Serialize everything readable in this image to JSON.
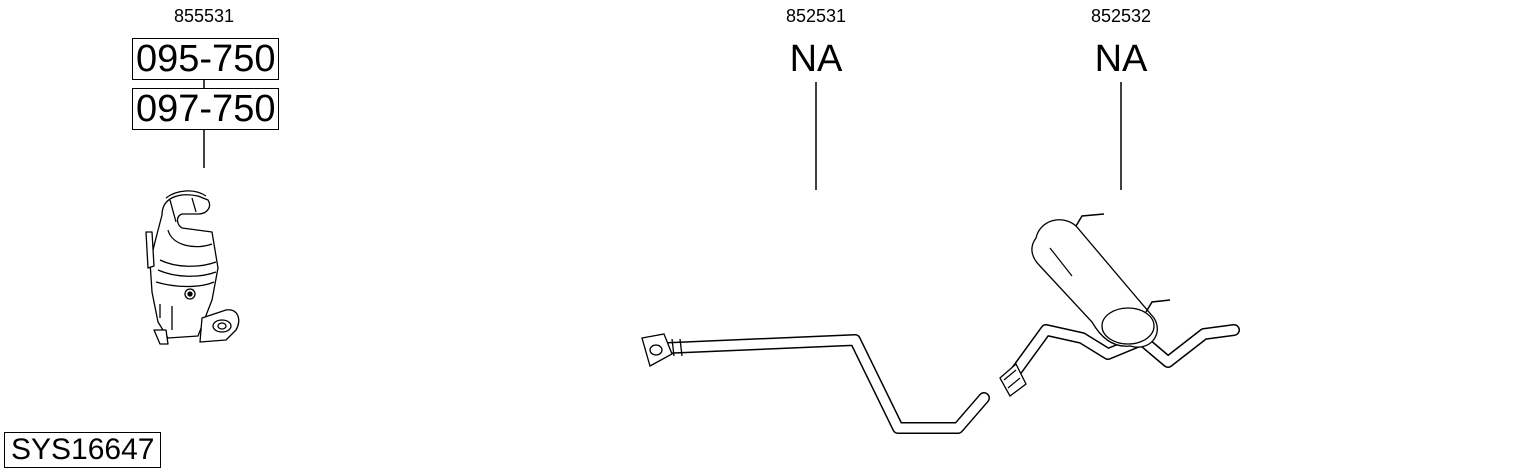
{
  "system_code": "SYS16647",
  "parts": [
    {
      "part_number": "855531",
      "codes": [
        "095-750",
        "097-750"
      ],
      "component": "catalytic-converter"
    },
    {
      "part_number": "852531",
      "label": "NA",
      "component": "middle-pipe"
    },
    {
      "part_number": "852532",
      "label": "NA",
      "component": "rear-silencer"
    }
  ]
}
